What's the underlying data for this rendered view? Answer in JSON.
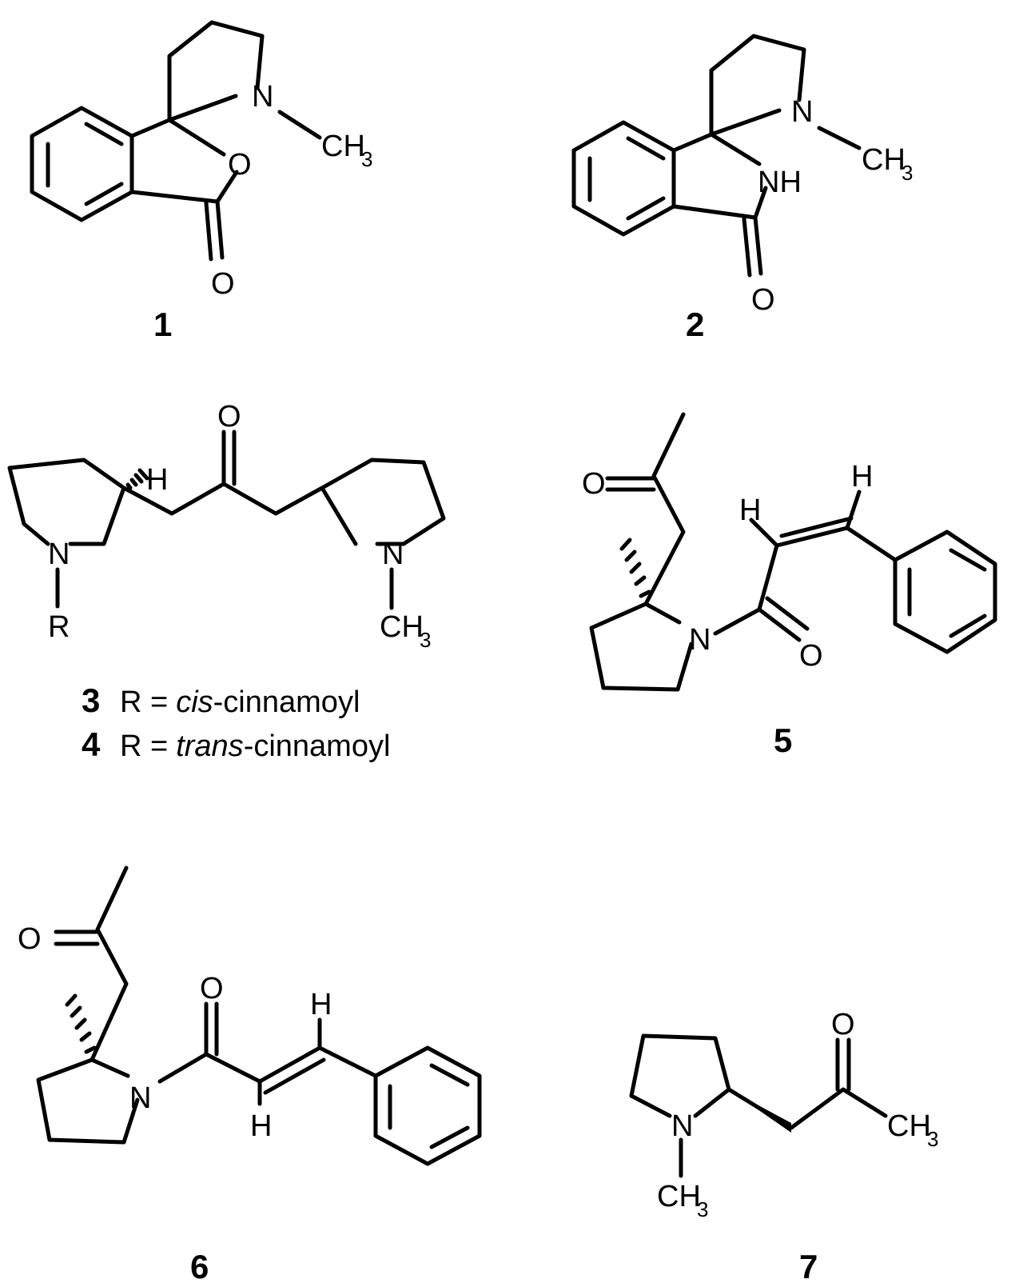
{
  "atoms": {
    "N": "N",
    "O": "O",
    "NH": "NH",
    "H": "H",
    "R": "R",
    "CH": "CH",
    "three": "3"
  },
  "compounds": {
    "c1": "1",
    "c2": "2",
    "c3": "3",
    "c4": "4",
    "c5": "5",
    "c6": "6",
    "c7": "7"
  },
  "captions": {
    "r_eq": "R =",
    "cis": "cis",
    "trans": "trans",
    "suffix": "-cinnamoyl"
  }
}
